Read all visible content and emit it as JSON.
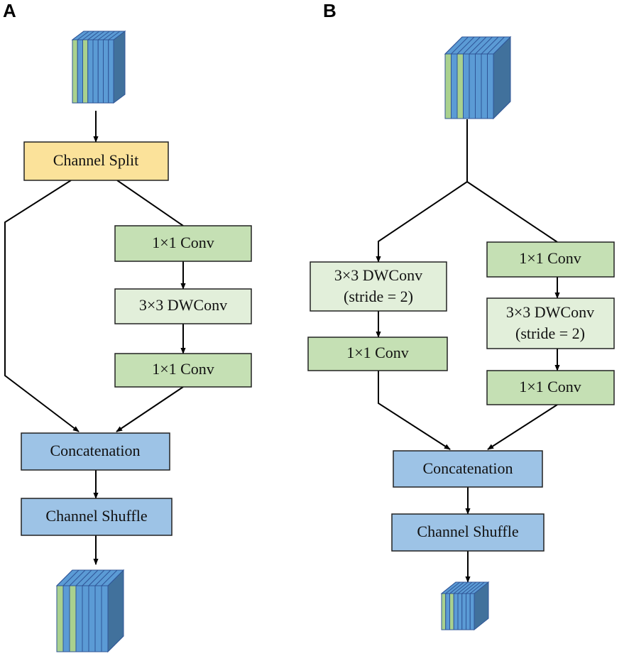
{
  "panels": {
    "a": {
      "letter": "A",
      "channel_split": "Channel Split",
      "conv1": "1×1 Conv",
      "dwconv": "3×3 DWConv",
      "conv2": "1×1 Conv",
      "concat": "Concatenation",
      "shuffle": "Channel Shuffle"
    },
    "b": {
      "letter": "B",
      "left_dwconv_line1": "3×3 DWConv",
      "left_dwconv_line2": "(stride = 2)",
      "left_conv": "1×1 Conv",
      "right_conv1": "1×1 Conv",
      "right_dwconv_line1": "3×3 DWConv",
      "right_dwconv_line2": "(stride = 2)",
      "right_conv2": "1×1 Conv",
      "concat": "Concatenation",
      "shuffle": "Channel Shuffle"
    }
  },
  "colors": {
    "split": "#fbe29a",
    "conv": "#c5e0b4",
    "dwconv": "#e2efda",
    "concat": "#9dc3e6",
    "cube_green": "#a9d18e",
    "cube_blue": "#5b9bd5",
    "cube_dark": "#41719c",
    "cube_edge": "#2f5597"
  },
  "icons": [
    "feature-map-cube"
  ]
}
